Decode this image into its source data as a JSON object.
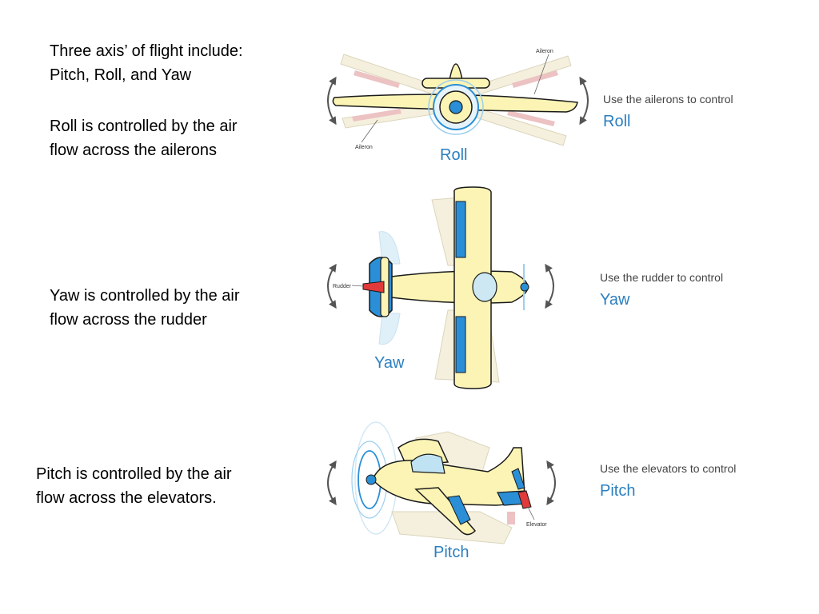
{
  "text": {
    "intro_line1": "Three axis’ of flight include:",
    "intro_line2": "Pitch, Roll, and Yaw",
    "roll_line1": "Roll is controlled by the air",
    "roll_line2": "flow across the ailerons",
    "yaw_line1": "Yaw is controlled by the air",
    "yaw_line2": "flow across the rudder",
    "pitch_line1": "Pitch is controlled by the air",
    "pitch_line2": "flow across the elevators."
  },
  "diagram": {
    "roll": {
      "title": "Roll",
      "control_text": "Use the ailerons to control",
      "control_word": "Roll",
      "part_label_top": "Aileron",
      "part_label_bottom": "Aileron"
    },
    "yaw": {
      "title": "Yaw",
      "control_text": "Use the rudder to control",
      "control_word": "Yaw",
      "part_label": "Rudder"
    },
    "pitch": {
      "title": "Pitch",
      "control_text": "Use the elevators to control",
      "control_word": "Pitch",
      "part_label": "Elevator"
    }
  },
  "colors": {
    "body": "#fbf4b5",
    "outline": "#1a1a1a",
    "accent_blue": "#2a8fd6",
    "label_blue": "#2b7fc0",
    "ghost": "#f0ecd8",
    "red": "#e03a3a",
    "pink": "#e6aeb0"
  }
}
